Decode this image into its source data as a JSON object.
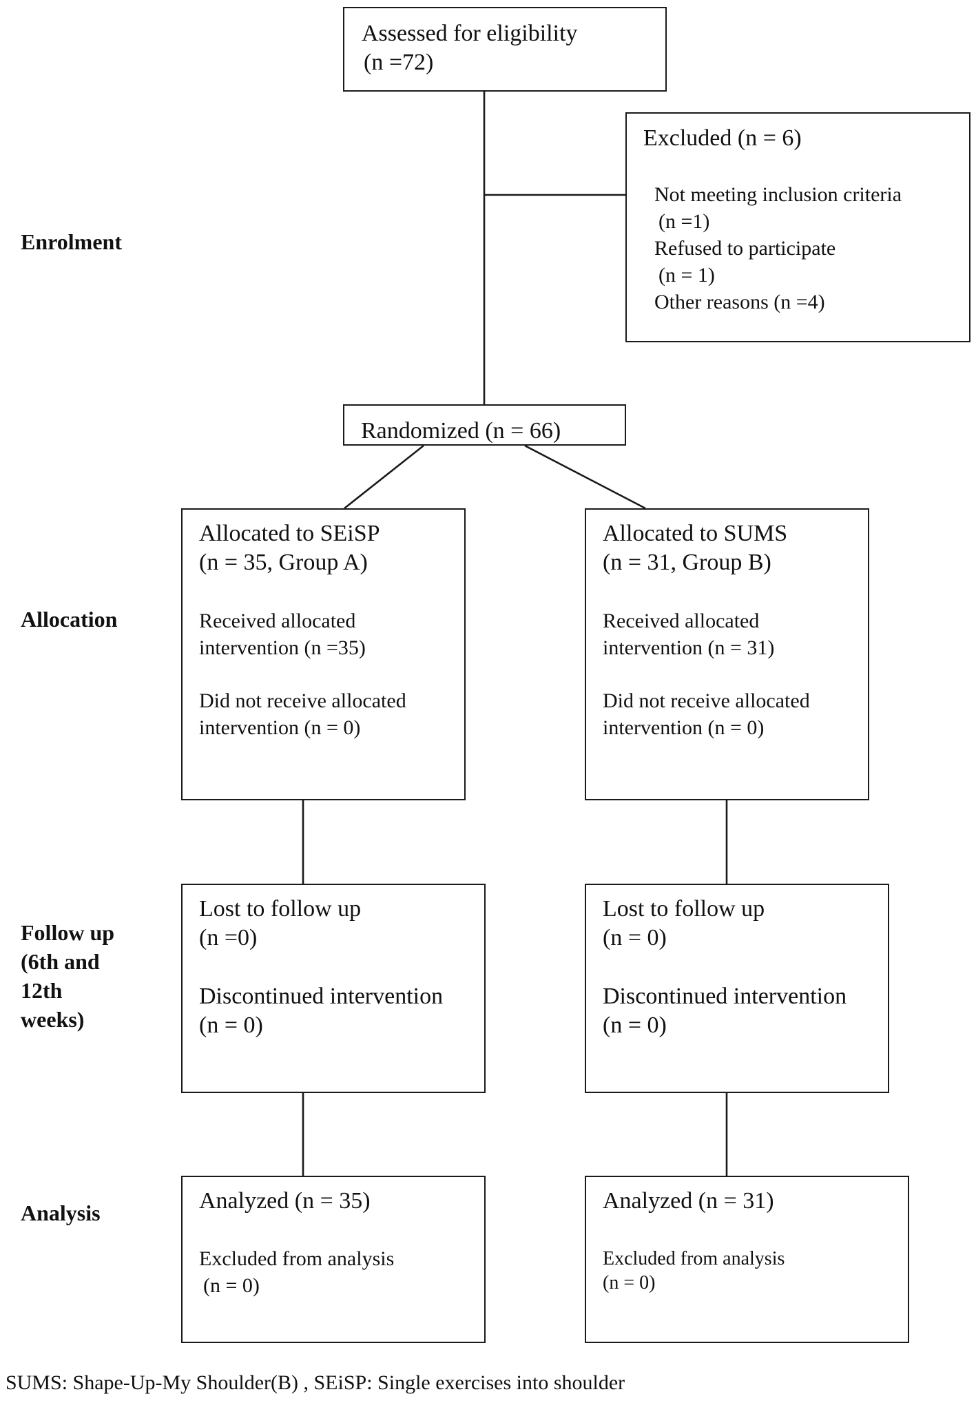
{
  "stages": {
    "enrolment": "Enrolment",
    "allocation": "Allocation",
    "follow_up": [
      "Follow up",
      "(6th and",
      "12th",
      "weeks)"
    ],
    "analysis": "Analysis"
  },
  "assessed": {
    "title": "Assessed for eligibility",
    "n": "(n =72)"
  },
  "excluded": {
    "title": "Excluded (n = 6)",
    "reasons": [
      "Not meeting inclusion criteria",
      "(n =1)",
      "Refused to participate",
      "(n = 1)",
      "Other reasons (n =4)"
    ]
  },
  "randomized": {
    "label": "Randomized (n = 66)"
  },
  "group_a": {
    "allocation": {
      "title": "Allocated to SEiSP",
      "sub": "(n = 35, Group A)",
      "received_1": "Received allocated",
      "received_2": "intervention (n =35)",
      "not_received_1": "Did not receive allocated",
      "not_received_2": "intervention (n = 0)"
    },
    "follow_up": {
      "lost": "Lost to follow up",
      "lost_n": "(n =0)",
      "discontinued": "Discontinued intervention",
      "discontinued_n": "(n = 0)"
    },
    "analysis": {
      "analyzed": "Analyzed (n = 35)",
      "excluded": "Excluded from analysis",
      "excluded_n": "(n = 0)"
    }
  },
  "group_b": {
    "allocation": {
      "title": "Allocated to SUMS",
      "sub": "(n = 31, Group B)",
      "received_1": "Received allocated",
      "received_2": "intervention (n = 31)",
      "not_received_1": "Did not receive allocated",
      "not_received_2": "intervention (n = 0)"
    },
    "follow_up": {
      "lost": "Lost to follow up",
      "lost_n": "(n = 0)",
      "discontinued": "Discontinued intervention",
      "discontinued_n": "(n = 0)"
    },
    "analysis": {
      "analyzed": "Analyzed (n = 31)",
      "excluded": "Excluded from analysis",
      "excluded_n": "(n = 0)"
    }
  },
  "footnote": "SUMS: Shape-Up-My Shoulder(B) , SEiSP: Single exercises into shoulder"
}
